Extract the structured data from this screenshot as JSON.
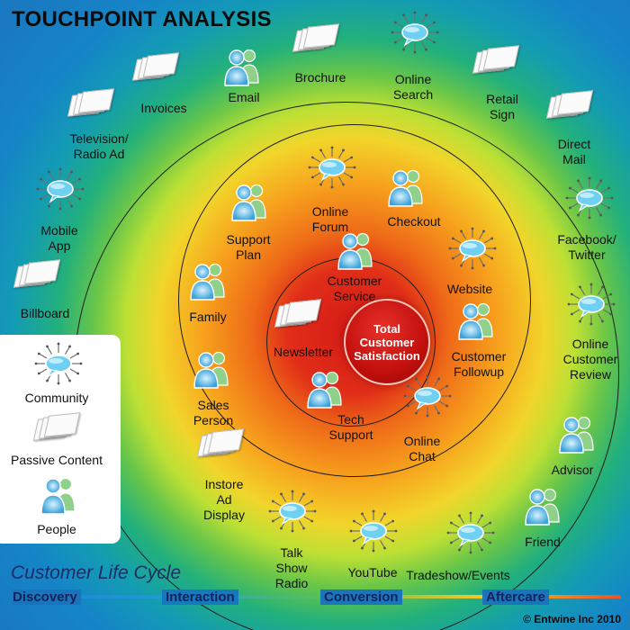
{
  "title": "TOUCHPOINT ANALYSIS",
  "center": "Total\nCustomer\nSatisfaction",
  "touchpoints": [
    {
      "label": "Invoices",
      "icon": "paper"
    },
    {
      "label": "Email",
      "icon": "people"
    },
    {
      "label": "Brochure",
      "icon": "paper"
    },
    {
      "label": "Online Search",
      "icon": "bubble"
    },
    {
      "label": "Retail Sign",
      "icon": "paper"
    },
    {
      "label": "Direct Mail",
      "icon": "paper"
    },
    {
      "label": "Television/\nRadio Ad",
      "icon": "paper"
    },
    {
      "label": "Mobile App",
      "icon": "bubble"
    },
    {
      "label": "Billboard",
      "icon": "paper"
    },
    {
      "label": "Facebook/\nTwitter",
      "icon": "bubble"
    },
    {
      "label": "Online\nCustomer\nReview",
      "icon": "bubble"
    },
    {
      "label": "Advisor",
      "icon": "people"
    },
    {
      "label": "Friend",
      "icon": "people"
    },
    {
      "label": "Tradeshow/Events",
      "icon": "bubble"
    },
    {
      "label": "YouTube",
      "icon": "bubble"
    },
    {
      "label": "Talk Show\nRadio",
      "icon": "bubble"
    },
    {
      "label": "Instore Ad\nDisplay",
      "icon": "paper"
    },
    {
      "label": "Sales Person",
      "icon": "people"
    },
    {
      "label": "Family",
      "icon": "people"
    },
    {
      "label": "Support Plan",
      "icon": "people"
    },
    {
      "label": "Online Forum",
      "icon": "bubble"
    },
    {
      "label": "Checkout",
      "icon": "people"
    },
    {
      "label": "Customer Service",
      "icon": "people"
    },
    {
      "label": "Website",
      "icon": "bubble"
    },
    {
      "label": "Newsletter",
      "icon": "paper"
    },
    {
      "label": "Customer\nFollowup",
      "icon": "people"
    },
    {
      "label": "Tech\nSupport",
      "icon": "people"
    },
    {
      "label": "Online Chat",
      "icon": "bubble"
    }
  ],
  "legend": [
    {
      "label": "Community",
      "icon": "bubble"
    },
    {
      "label": "Passive Content",
      "icon": "paper"
    },
    {
      "label": "People",
      "icon": "people"
    }
  ],
  "lifecycle": {
    "title": "Customer Life Cycle",
    "stages": [
      "Discovery",
      "Interaction",
      "Conversion",
      "Aftercare"
    ]
  },
  "copyright": "© Entwine Inc 2010",
  "colors": {
    "core": "#c2100d",
    "bubble": "#6fd0f2",
    "people": "#3aa3da",
    "people_back": "#8fd08a",
    "discovery": "#1e9bd7",
    "interaction": "#58c15a",
    "conversion": "#f5c72a",
    "aftercare": "#e5542a"
  }
}
